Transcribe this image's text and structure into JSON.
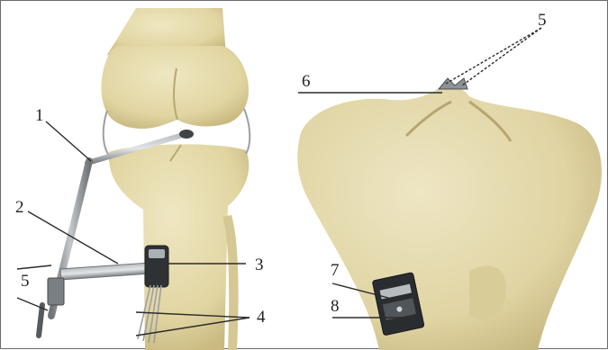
{
  "figure": {
    "panels": [
      {
        "id": "left",
        "subject": "knee-joint-anterior-view"
      },
      {
        "id": "right",
        "subject": "proximal-tibia-closeup"
      }
    ],
    "colors": {
      "bone": "#e6dcae",
      "bone_shadow": "#bfb07a",
      "metal": "#8a8f94",
      "metal_dark": "#3a3d40",
      "leader_line": "#2b2b2b",
      "background": "#ffffff"
    }
  },
  "labels": {
    "l1": "1",
    "l2": "2",
    "l3": "3",
    "l4": "4",
    "l5_left": "5",
    "l5_right": "5",
    "l6": "6",
    "l7": "7",
    "l8": "8"
  }
}
